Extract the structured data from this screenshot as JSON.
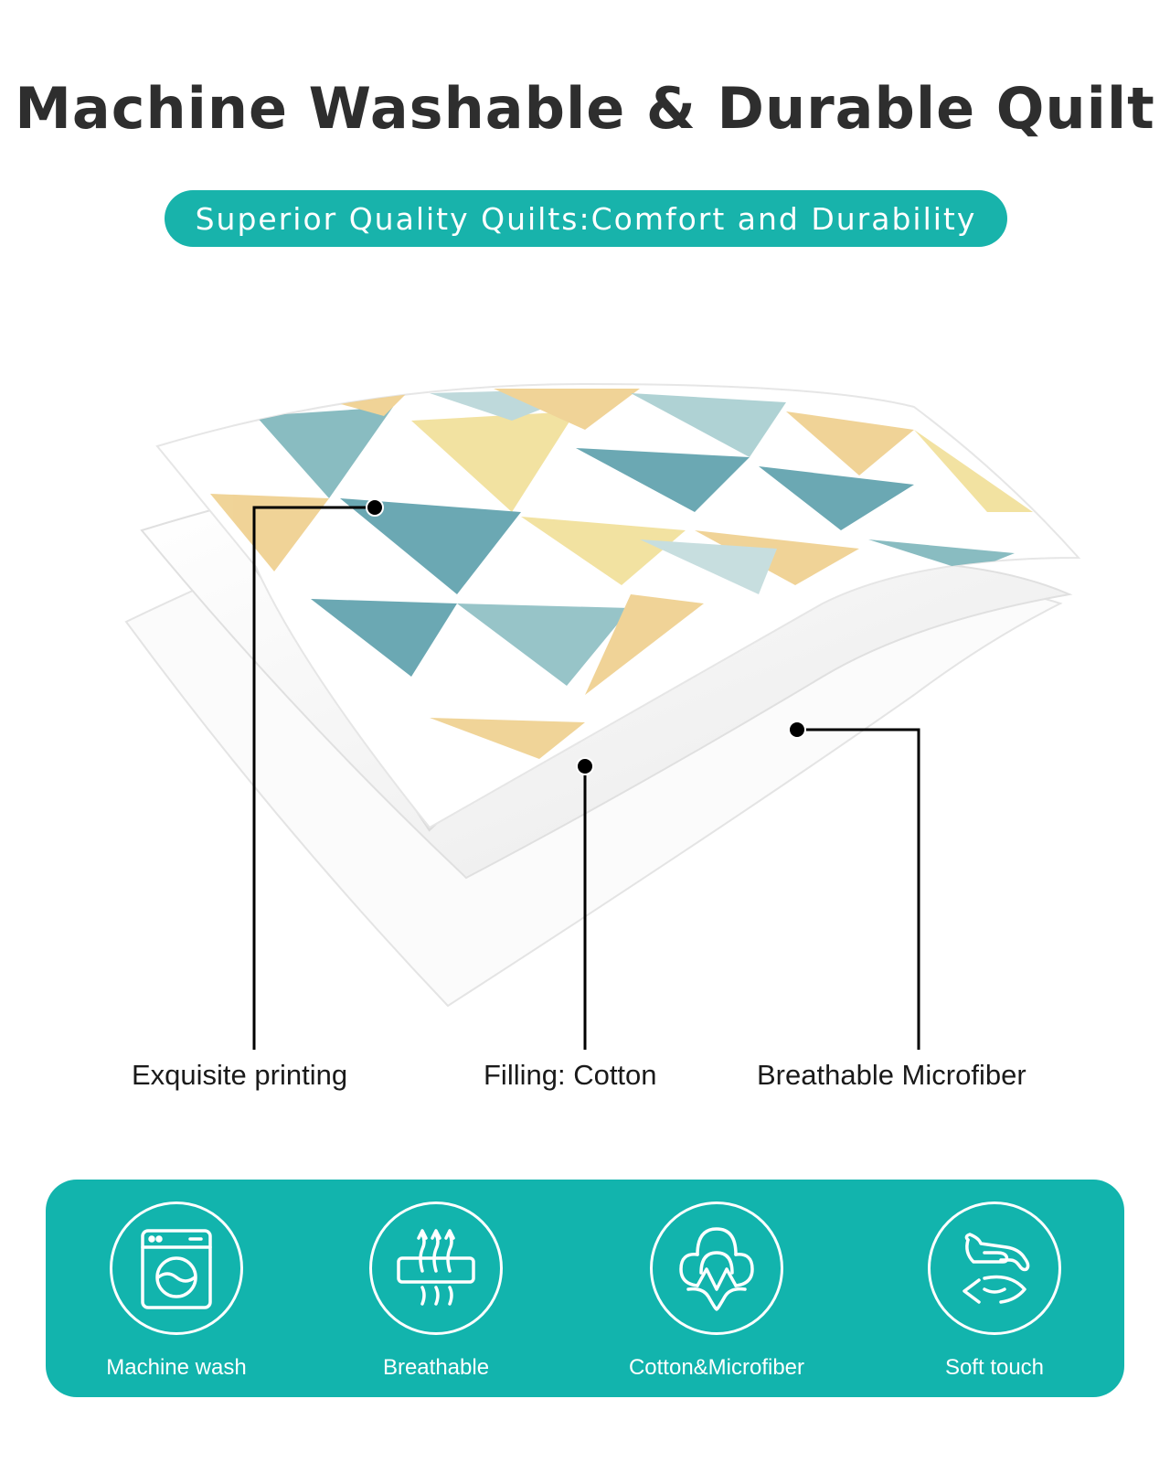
{
  "header": {
    "title": "Machine Washable & Durable Quilt",
    "subtitle": "Superior Quality Quilts:Comfort and Durability"
  },
  "colors": {
    "accent": "#12b4ad",
    "title_text": "#2e2e2e",
    "label_text": "#1a1a1a",
    "quilt_teal": "#5fa9b2",
    "quilt_yellow": "#f1dd93",
    "quilt_orange_yellow": "#efd08f",
    "quilt_light_teal": "#a9cfd1"
  },
  "layers": [
    {
      "label": "Exquisite printing"
    },
    {
      "label": "Filling: Cotton"
    },
    {
      "label": "Breathable Microfiber"
    }
  ],
  "features": [
    {
      "label": "Machine wash",
      "icon": "washing-machine-icon"
    },
    {
      "label": "Breathable",
      "icon": "breathable-airflow-icon"
    },
    {
      "label": "Cotton&Microfiber",
      "icon": "cotton-flower-icon"
    },
    {
      "label": "Soft touch",
      "icon": "soft-touch-hand-icon"
    }
  ]
}
